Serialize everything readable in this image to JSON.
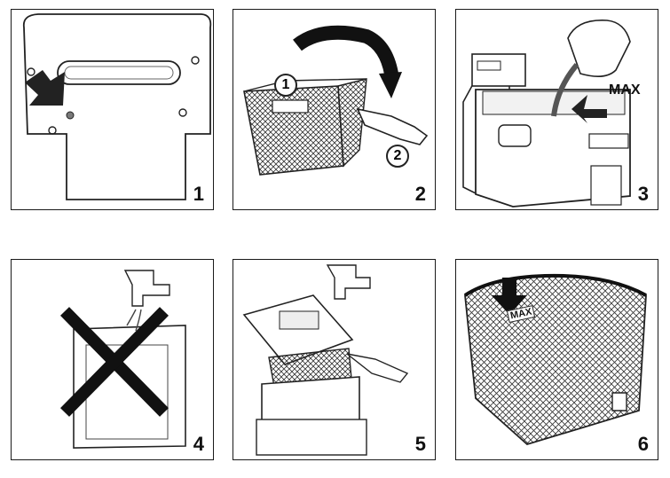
{
  "panels": [
    {
      "number": "1"
    },
    {
      "number": "2",
      "callouts": [
        "1",
        "2"
      ]
    },
    {
      "number": "3",
      "label": "MAX"
    },
    {
      "number": "4"
    },
    {
      "number": "5"
    },
    {
      "number": "6",
      "stamp": "MAX"
    }
  ]
}
